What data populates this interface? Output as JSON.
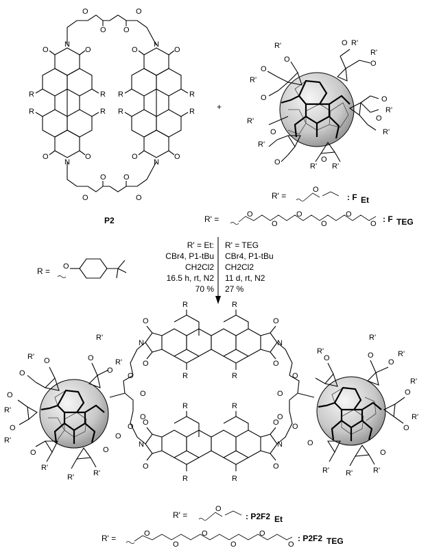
{
  "compounds": {
    "p2_label": "P2",
    "plus": "+"
  },
  "substituent_R": {
    "lhs": "R ="
  },
  "ligand_F": {
    "et_lhs": "R' =",
    "et_label_main": ": F",
    "et_label_sub": "Et",
    "teg_lhs": "R' =",
    "teg_label_main": ": F",
    "teg_label_sub": "TEG"
  },
  "conditions": {
    "left": [
      "R' = Et:",
      "CBr4, P1-tBu",
      "CH2Cl2",
      "16.5 h, rt, N2",
      "70 %"
    ],
    "right": [
      "R' = TEG",
      "CBr4, P1-tBu",
      "CH2Cl2",
      "11 d, rt, N2",
      "27 %"
    ]
  },
  "products": {
    "et_lhs": "R' =",
    "et_label_main": ": P2F2",
    "et_label_sub": "Et",
    "teg_lhs": "R' =",
    "teg_label_main": ": P2F2",
    "teg_label_sub": "TEG"
  },
  "atoms": {
    "O": "O",
    "N": "N",
    "R": "R",
    "Rp": "R'"
  }
}
